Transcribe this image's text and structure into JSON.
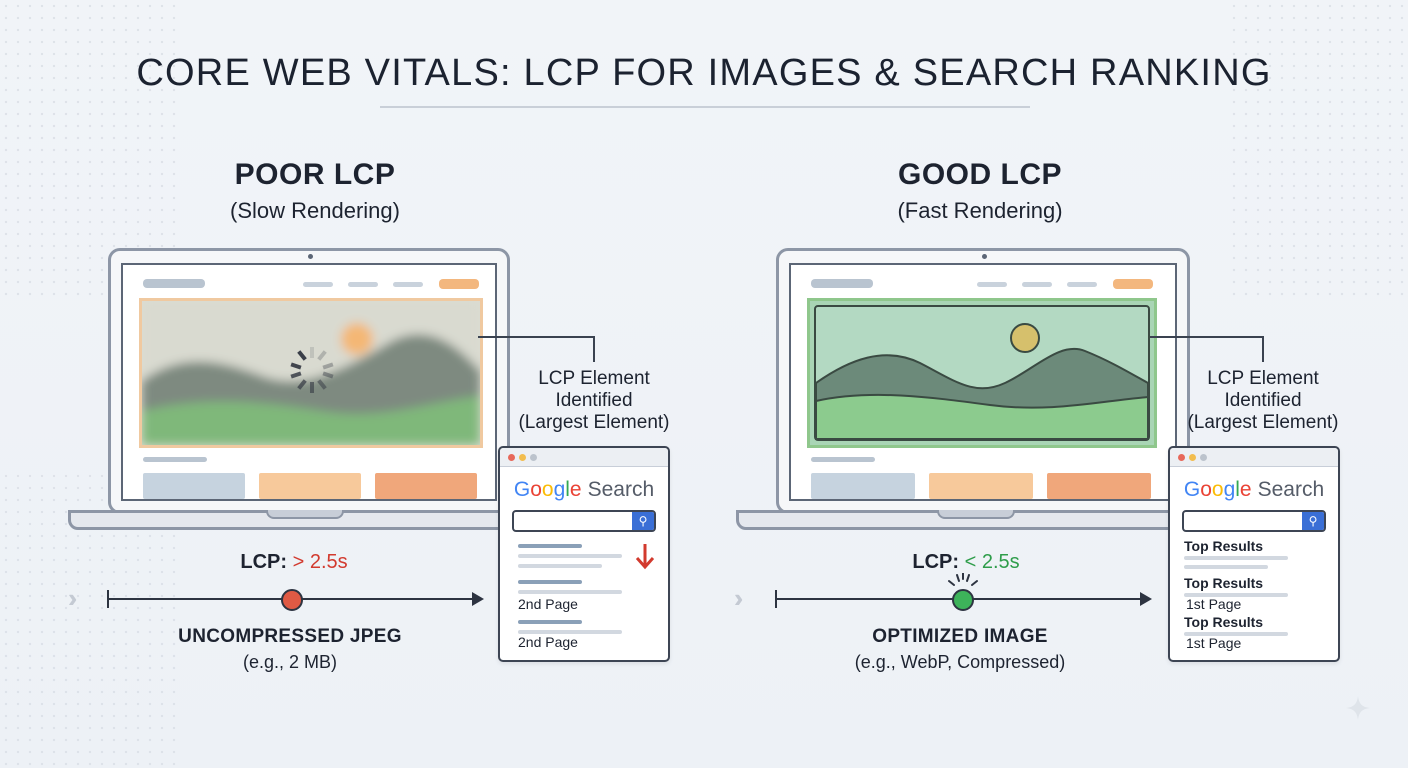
{
  "title": "CORE WEB VITALS: LCP FOR IMAGES & SEARCH RANKING",
  "colors": {
    "poor_accent": "#d23a2e",
    "good_accent": "#2e9d4a",
    "poor_dot": "#e05a44",
    "good_dot": "#3db35a",
    "google_blue": "#4285F4",
    "google_red": "#EA4335",
    "google_yellow": "#FBBC05",
    "google_green": "#34A853"
  },
  "poor": {
    "heading": "POOR LCP",
    "subheading": "(Slow Rendering)",
    "callout": [
      "LCP Element",
      "Identified",
      "(Largest Element)"
    ],
    "google": {
      "g1": "G",
      "g2": "o",
      "g3": "o",
      "g4": "g",
      "g5": "l",
      "g6": "e",
      "search": "Search"
    },
    "results": [
      "2nd Page",
      "2nd Page"
    ],
    "rank_icon": "down-arrow-icon",
    "lcp_prefix": "LCP:",
    "lcp_value": "> 2.5s",
    "format_title": "UNCOMPRESSED JPEG",
    "format_sub": "(e.g., 2 MB)"
  },
  "good": {
    "heading": "GOOD LCP",
    "subheading": "(Fast Rendering)",
    "callout": [
      "LCP Element",
      "Identified",
      "(Largest Element)"
    ],
    "google": {
      "g1": "G",
      "g2": "o",
      "g3": "o",
      "g4": "g",
      "g5": "l",
      "g6": "e",
      "search": "Search"
    },
    "results": [
      "Top Results",
      "Top Results",
      "1st Page",
      "Top Results",
      "1st Page"
    ],
    "lcp_prefix": "LCP:",
    "lcp_value": "< 2.5s",
    "format_title": "OPTIMIZED IMAGE",
    "format_sub": "(e.g., WebP, Compressed)"
  }
}
